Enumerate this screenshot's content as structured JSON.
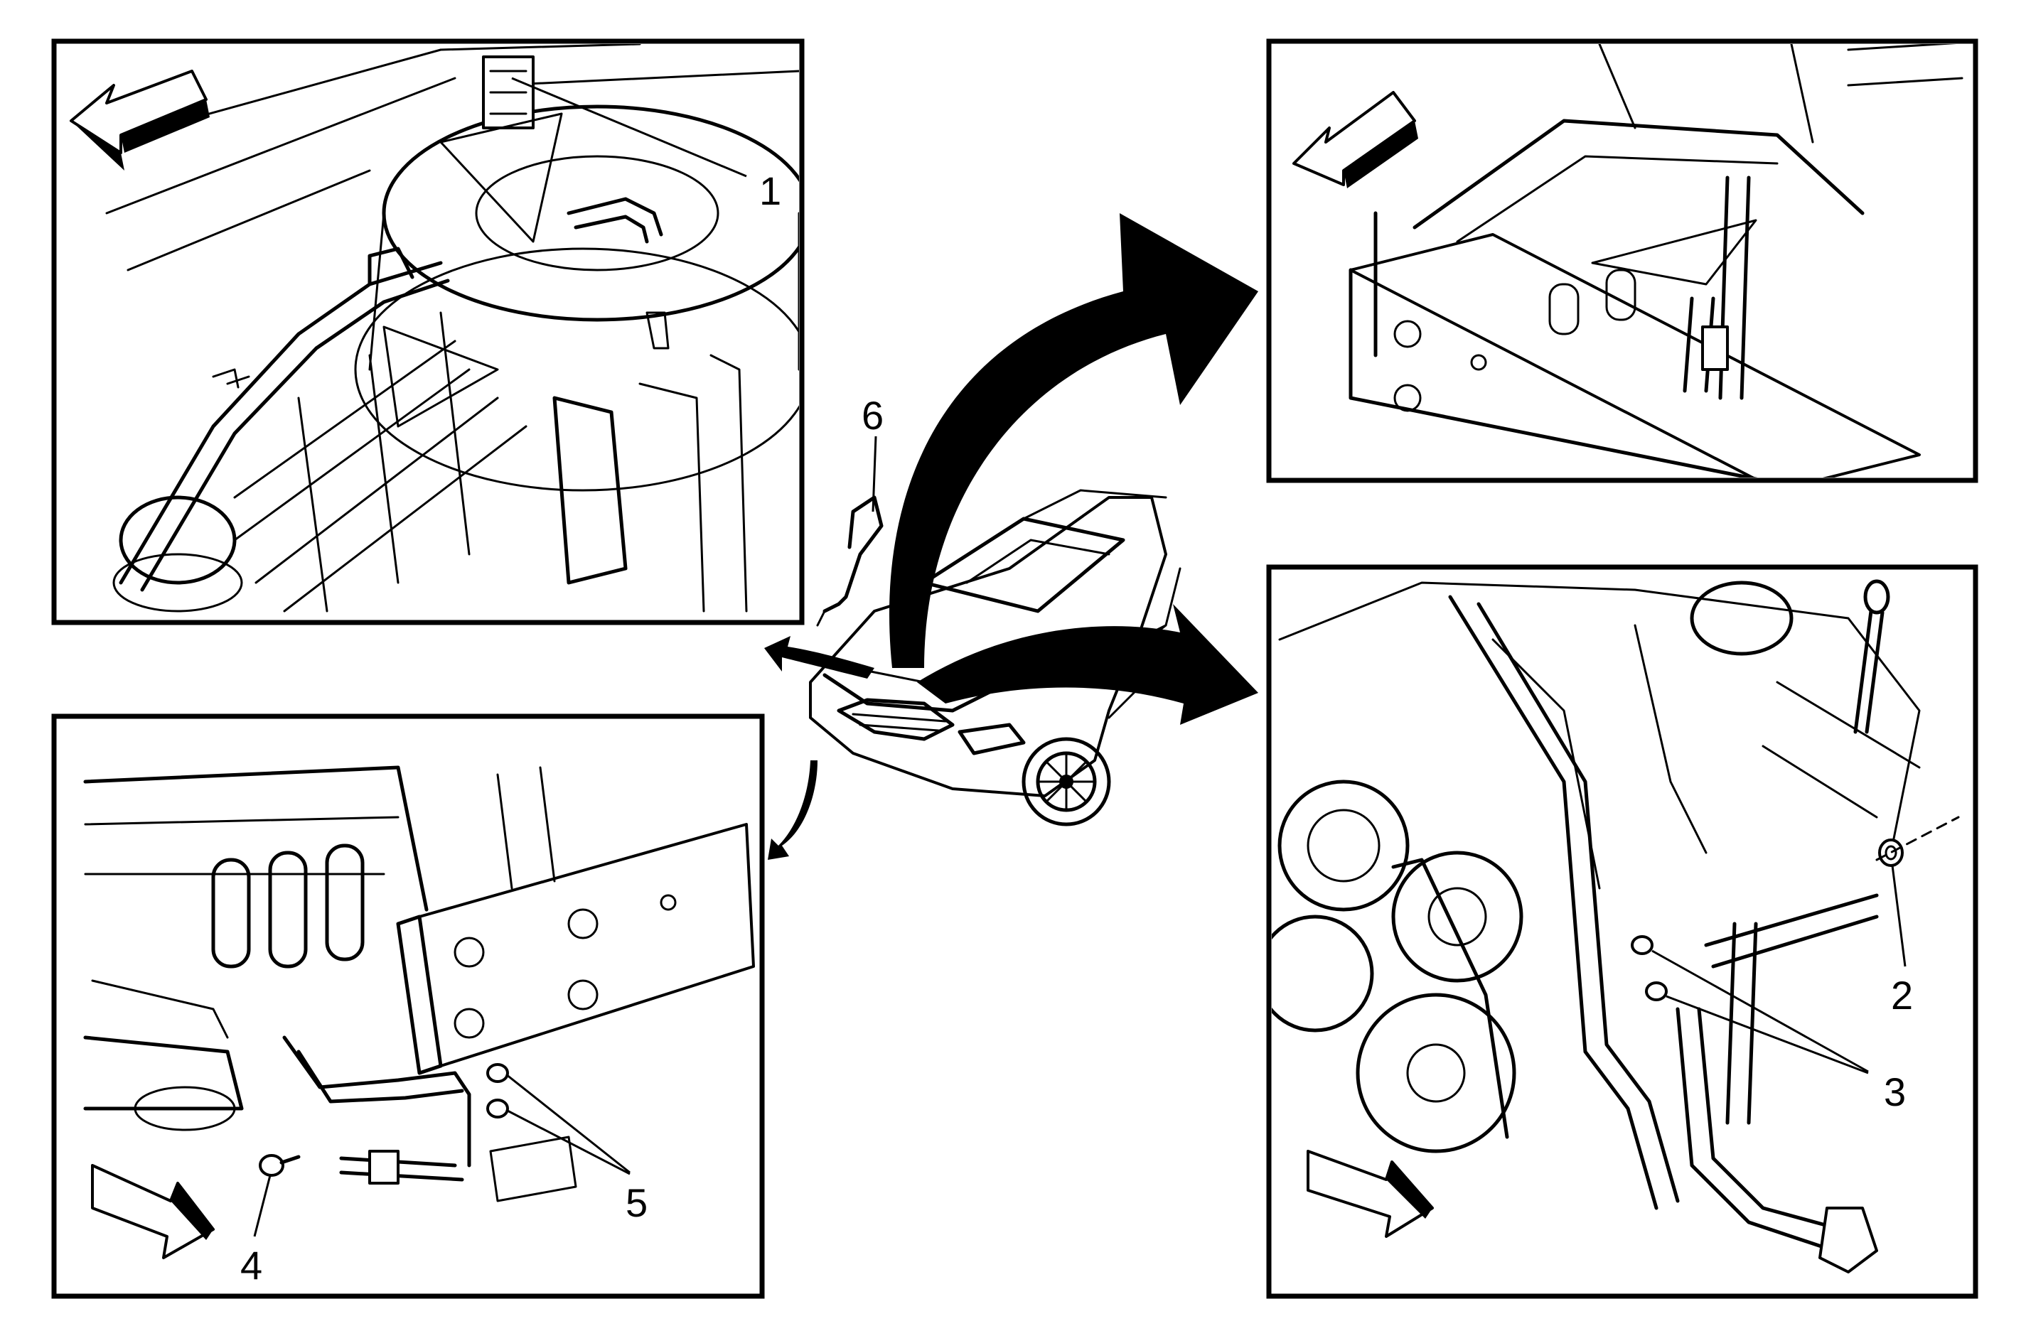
{
  "callouts": {
    "c1": "1",
    "c2": "2",
    "c3": "3",
    "c4": "4",
    "c5": "5",
    "c6": "6"
  },
  "colors": {
    "line": "#000000",
    "background": "#ffffff"
  },
  "icons": [
    "direction-arrow-icon",
    "callout-arrow-icon"
  ]
}
